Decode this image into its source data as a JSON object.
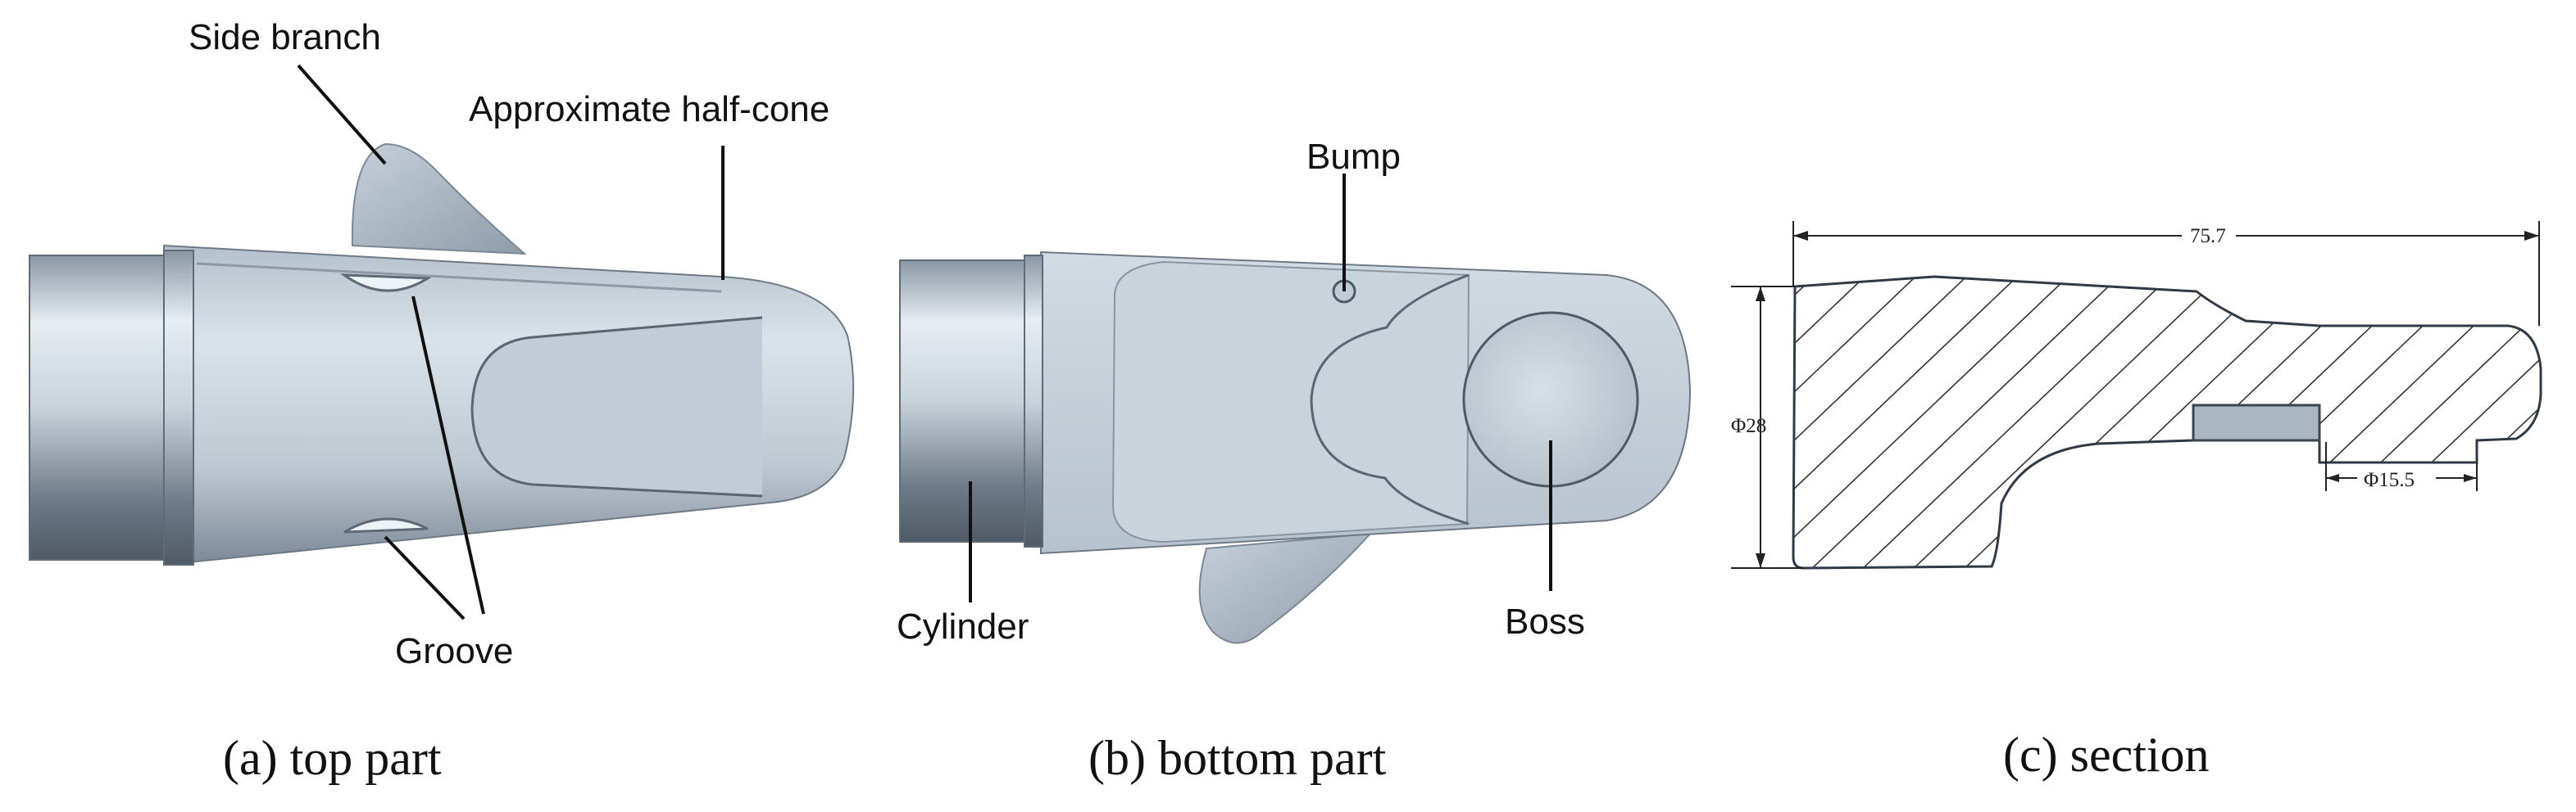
{
  "panels": {
    "top": {
      "caption": "(a) top part",
      "labels": {
        "side_branch": "Side branch",
        "half_cone": "Approximate half-cone",
        "groove": "Groove"
      }
    },
    "bottom": {
      "caption": "(b) bottom part",
      "labels": {
        "bump": "Bump",
        "cylinder": "Cylinder",
        "boss": "Boss"
      }
    },
    "section": {
      "caption": "(c) section",
      "dimensions": {
        "length": "75.7",
        "outer_diameter": "Φ28",
        "bore_diameter": "Φ15.5"
      }
    }
  },
  "colors": {
    "part_light": "#d4dde6",
    "part_mid": "#aebbc8",
    "part_dark": "#5f6c7a",
    "part_shadow": "#7c8996"
  }
}
